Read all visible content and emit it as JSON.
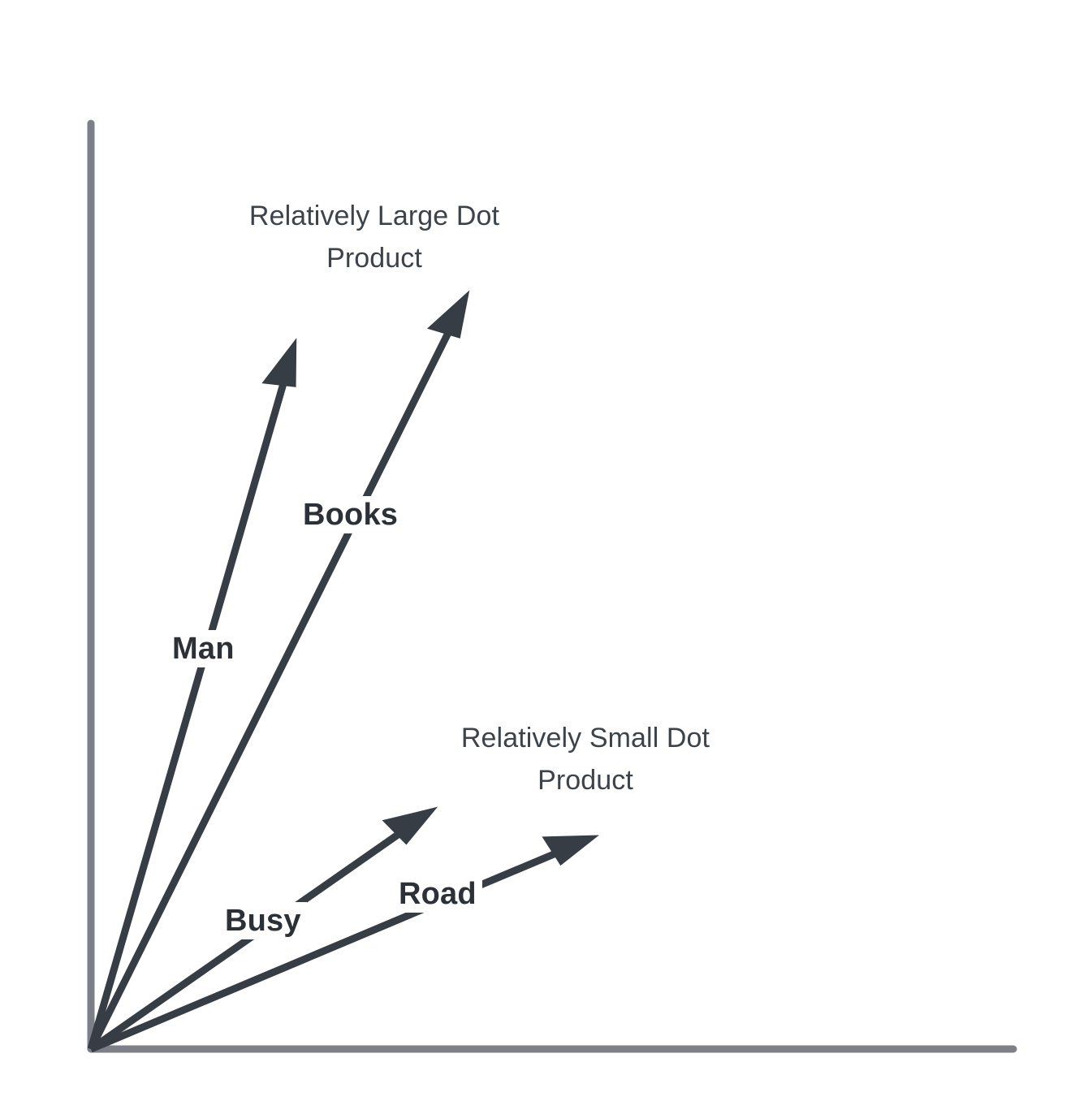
{
  "figure": {
    "title": "",
    "background_color": "#ffffff",
    "axis_color": "#7d8086",
    "vector_color": "#373d45",
    "label_color": "#2b3137",
    "annotation_color": "#3d434b"
  },
  "chart_data": {
    "type": "scatter",
    "title": "",
    "xlabel": "",
    "ylabel": "",
    "grid": false,
    "legend": "none",
    "description": "Vector diagram: four labelled vectors radiating from a common origin on a two-axis quadrant. Two steep, nearly-parallel vectors are annotated as having a relatively large dot product; two shallow, nearly-parallel vectors are annotated as having a relatively small dot product.",
    "origin": [
      112,
      1292
    ],
    "axes": {
      "y_axis": {
        "from": [
          112,
          1292
        ],
        "to": [
          112,
          152
        ]
      },
      "x_axis": {
        "from": [
          112,
          1292
        ],
        "to": [
          1248,
          1292
        ]
      }
    },
    "vectors": [
      {
        "name": "Man",
        "label": "Man",
        "tip": [
          364,
          424
        ],
        "angle_deg_from_x_axis": 74.2,
        "group": "large-dot-product"
      },
      {
        "name": "Books",
        "label": "Books",
        "tip": [
          578,
          360
        ],
        "angle_deg_from_x_axis": 61.9,
        "group": "large-dot-product"
      },
      {
        "name": "Busy",
        "label": "Busy",
        "tip": [
          533,
          994
        ],
        "angle_deg_from_x_axis": 35.1,
        "group": "small-dot-product"
      },
      {
        "name": "Road",
        "label": "Road",
        "tip": [
          727,
          1028
        ],
        "angle_deg_from_x_axis": 21.2,
        "group": "small-dot-product"
      }
    ],
    "annotations": [
      {
        "name": "large-dot-product",
        "text": "Relatively Large Dot\nProduct",
        "line1": "Relatively Large Dot",
        "line2": "Product",
        "position": [
          460,
          265
        ]
      },
      {
        "name": "small-dot-product",
        "text": "Relatively Small Dot\nProduct",
        "line1": "Relatively Small Dot",
        "line2": "Product",
        "position": [
          721,
          908
        ]
      }
    ]
  },
  "labels": {
    "man": "Man",
    "books": "Books",
    "busy": "Busy",
    "road": "Road"
  },
  "annotations": {
    "large": "Relatively Large Dot\nProduct",
    "small": "Relatively Small Dot\nProduct"
  }
}
